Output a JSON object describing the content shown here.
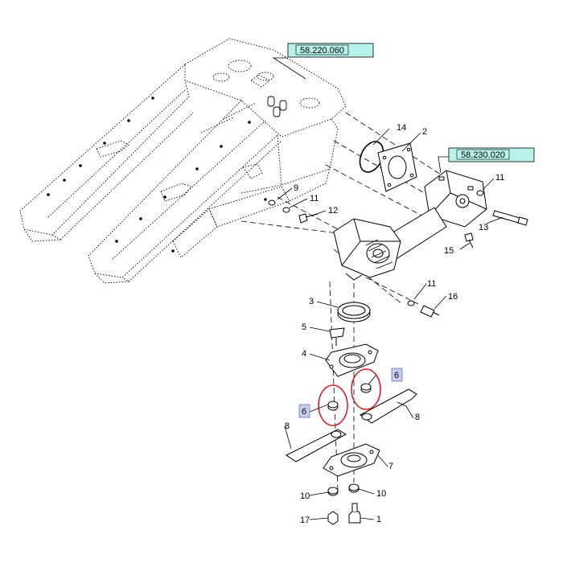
{
  "colors": {
    "reference_box_fill": "#b7f3ea",
    "highlight_box_fill": "#c6cdf2",
    "highlight_ring": "#d22027",
    "line": "#000000"
  },
  "reference_boxes": [
    {
      "id": "frame-ref",
      "text": "58.220.060"
    },
    {
      "id": "gearbox-ref",
      "text": "58.230.020"
    }
  ],
  "callouts": [
    {
      "id": "c14",
      "text": "14"
    },
    {
      "id": "c2",
      "text": "2"
    },
    {
      "id": "c11a",
      "text": "11"
    },
    {
      "id": "c9",
      "text": "9"
    },
    {
      "id": "c11b",
      "text": "11"
    },
    {
      "id": "c12",
      "text": "12"
    },
    {
      "id": "c13",
      "text": "13"
    },
    {
      "id": "c15",
      "text": "15"
    },
    {
      "id": "c11c",
      "text": "11"
    },
    {
      "id": "c16",
      "text": "16"
    },
    {
      "id": "c3",
      "text": "3"
    },
    {
      "id": "c5",
      "text": "5"
    },
    {
      "id": "c4",
      "text": "4"
    },
    {
      "id": "c8a",
      "text": "8"
    },
    {
      "id": "c8b",
      "text": "8"
    },
    {
      "id": "c7",
      "text": "7"
    },
    {
      "id": "c10a",
      "text": "10"
    },
    {
      "id": "c10b",
      "text": "10"
    },
    {
      "id": "c17",
      "text": "17"
    },
    {
      "id": "c1",
      "text": "1"
    }
  ],
  "highlighted_callouts": [
    {
      "id": "h6a",
      "text": "6"
    },
    {
      "id": "h6b",
      "text": "6"
    }
  ]
}
